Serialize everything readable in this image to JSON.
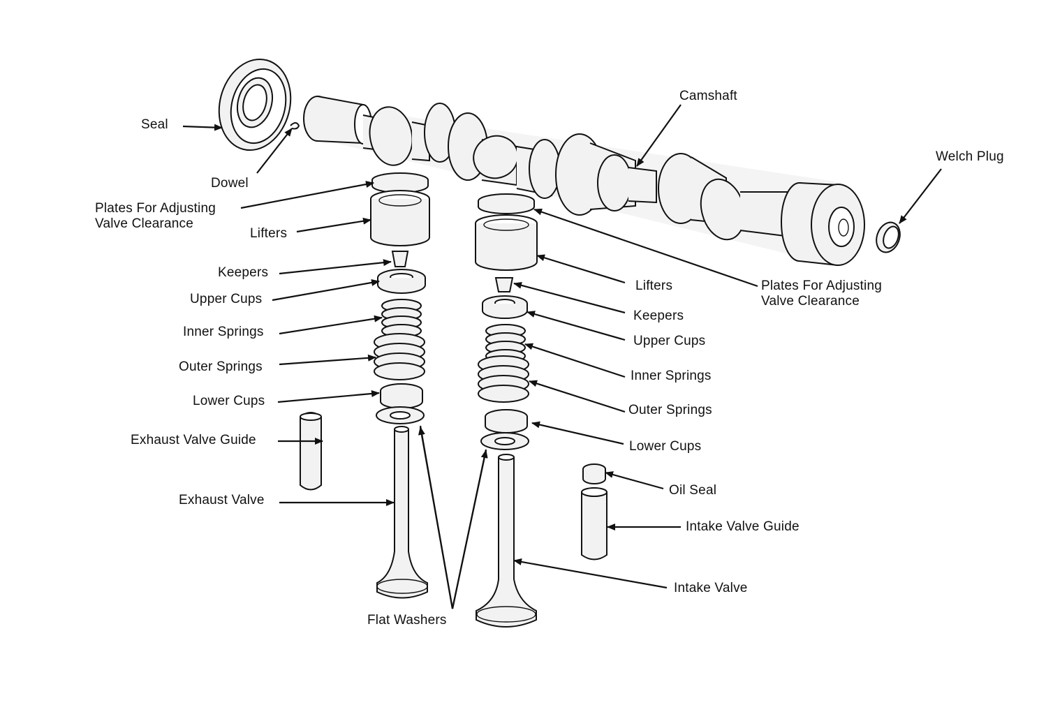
{
  "labels": {
    "seal": "Seal",
    "dowel": "Dowel",
    "camshaft": "Camshaft",
    "welch_plug": "Welch Plug",
    "plates_left_1": "Plates For Adjusting",
    "plates_left_2": "Valve Clearance",
    "lifters_left": "Lifters",
    "keepers_left": "Keepers",
    "upper_cups_left": "Upper Cups",
    "inner_springs_left": "Inner Springs",
    "outer_springs_left": "Outer Springs",
    "lower_cups_left": "Lower Cups",
    "exhaust_valve_guide": "Exhaust Valve Guide",
    "exhaust_valve": "Exhaust Valve",
    "flat_washers": "Flat Washers",
    "lifters_right": "Lifters",
    "plates_right_1": "Plates For Adjusting",
    "plates_right_2": "Valve Clearance",
    "keepers_right": "Keepers",
    "upper_cups_right": "Upper Cups",
    "inner_springs_right": "Inner Springs",
    "outer_springs_right": "Outer Springs",
    "lower_cups_right": "Lower Cups",
    "oil_seal": "Oil Seal",
    "intake_valve_guide": "Intake Valve Guide",
    "intake_valve": "Intake Valve"
  }
}
